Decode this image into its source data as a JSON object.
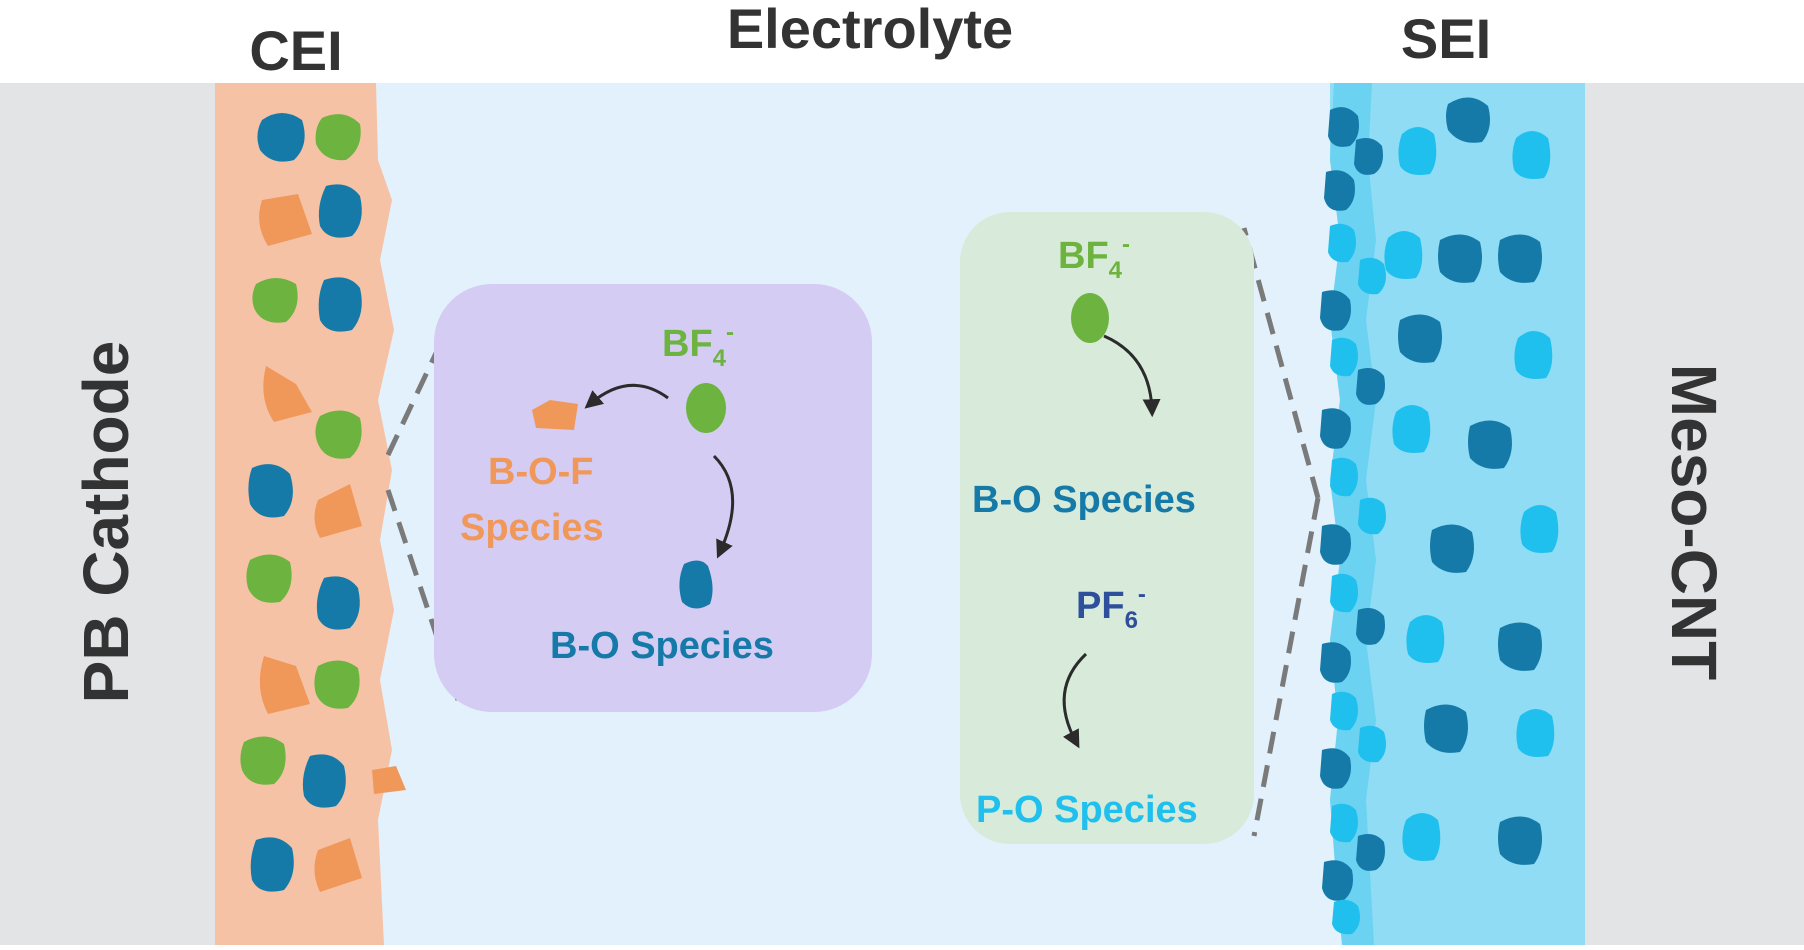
{
  "headers": {
    "cei": "CEI",
    "electrolyte": "Electrolyte",
    "sei": "SEI"
  },
  "side_labels": {
    "cathode": "PB Cathode",
    "anode": "Meso-CNT"
  },
  "cei_panel": {
    "anion_base": "BF",
    "anion_sub": "4",
    "anion_sup": "-",
    "product_1_line_1": "B-O-F",
    "product_1_line_2": "Species",
    "product_2": "B-O Species"
  },
  "sei_panel": {
    "anion_1_base": "BF",
    "anion_1_sub": "4",
    "anion_1_sup": "-",
    "product_1": "B-O Species",
    "anion_2_base": "PF",
    "anion_2_sub": "6",
    "anion_2_sup": "-",
    "product_2": "P-O Species"
  },
  "colors": {
    "cathode_gray": "#e3e4e6",
    "cei_salmon": "#f6c2a6",
    "electrolyte_bg": "#e2f1fc",
    "sei_cyan": "#8fdcf4",
    "cei_panel_bg": "#d4ccf3",
    "sei_panel_bg": "#d8ead9",
    "green": "#6db33f",
    "orange": "#f0985a",
    "dark_blue": "#167aa8",
    "light_blue": "#1fc0ee",
    "navy": "#2e4f9c",
    "text_dark": "#333333"
  }
}
